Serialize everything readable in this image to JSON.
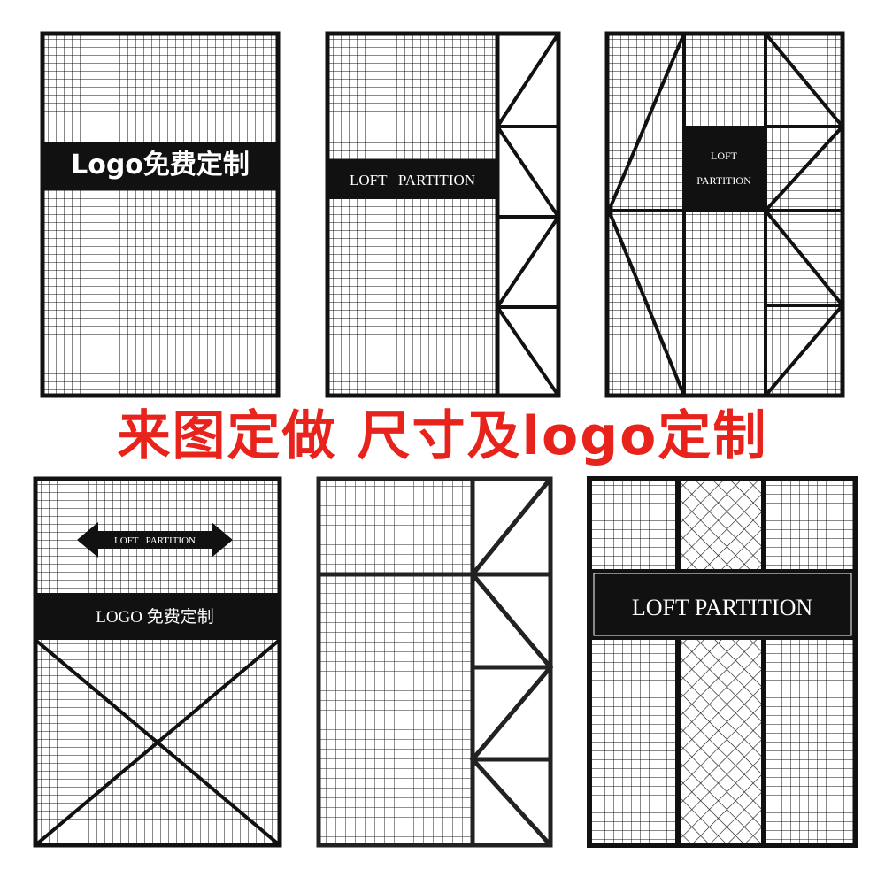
{
  "colors": {
    "ink": "#111111",
    "headline": "#e8231c",
    "background": "#ffffff"
  },
  "headline": "来图定做  尺寸及logo定制",
  "panels": [
    {
      "label": "Logo免费定制"
    },
    {
      "label": "LOFT   PARTITION"
    },
    {
      "label_line1": "LOFT",
      "label_line2": "PARTITION"
    },
    {
      "arrow_label": "LOFT   PARTITION",
      "label": "LOGO 免费定制"
    },
    {},
    {
      "label": "LOFT PARTITION"
    }
  ]
}
